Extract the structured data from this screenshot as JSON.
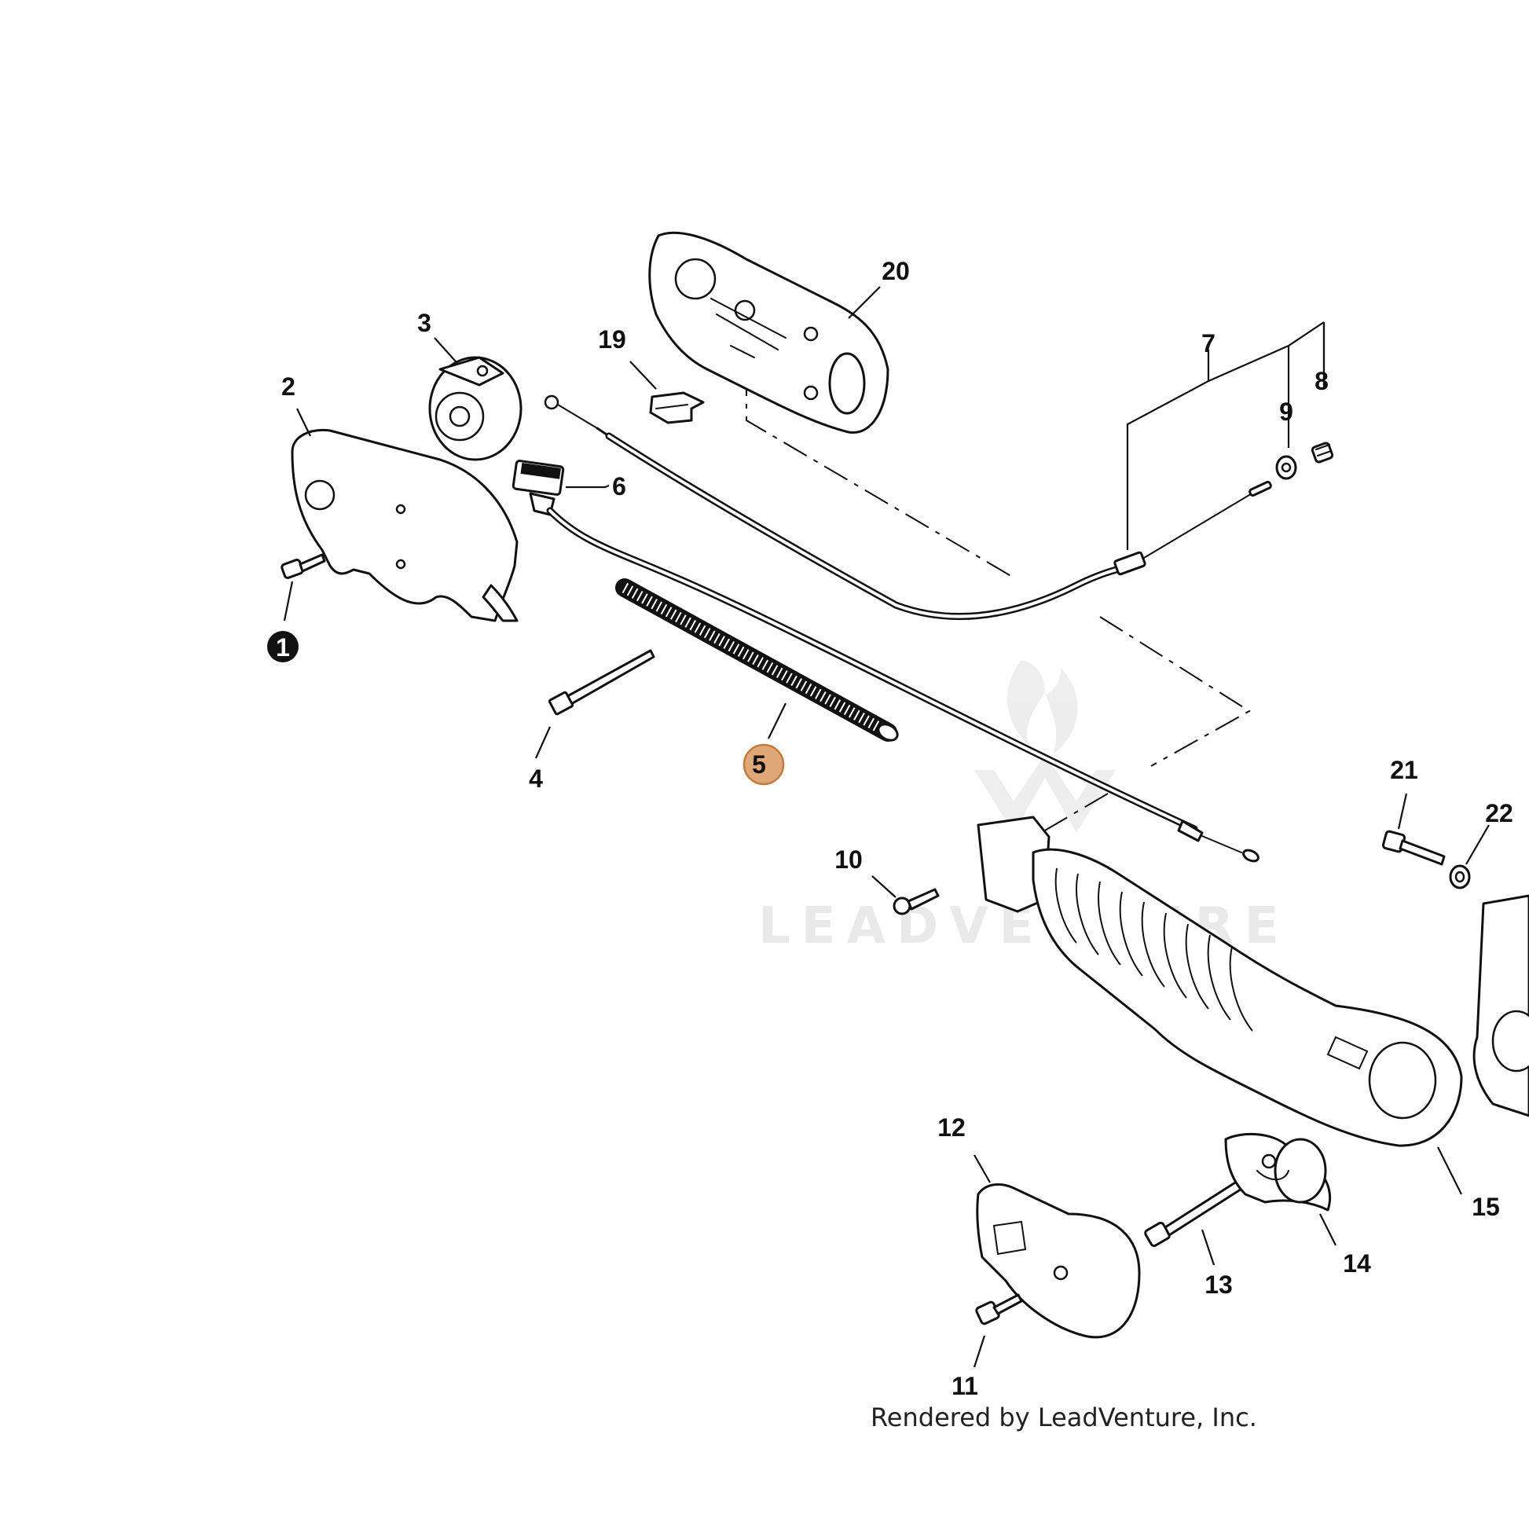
{
  "watermark": {
    "text": "LEADVENTURE"
  },
  "credit": {
    "text": "Rendered by LeadVenture, Inc."
  },
  "highlight": {
    "part_number": "5",
    "fill": "#e0a878",
    "stroke": "#c27a3e"
  },
  "callouts": [
    {
      "id": "1",
      "label": "1",
      "style": "inverted"
    },
    {
      "id": "2",
      "label": "2"
    },
    {
      "id": "3",
      "label": "3"
    },
    {
      "id": "4",
      "label": "4"
    },
    {
      "id": "5",
      "label": "5",
      "style": "highlighted"
    },
    {
      "id": "6",
      "label": "6"
    },
    {
      "id": "7",
      "label": "7"
    },
    {
      "id": "8",
      "label": "8"
    },
    {
      "id": "9",
      "label": "9"
    },
    {
      "id": "10",
      "label": "10"
    },
    {
      "id": "11",
      "label": "11"
    },
    {
      "id": "12",
      "label": "12"
    },
    {
      "id": "13",
      "label": "13"
    },
    {
      "id": "14",
      "label": "14"
    },
    {
      "id": "15",
      "label": "15"
    },
    {
      "id": "19",
      "label": "19"
    },
    {
      "id": "20",
      "label": "20"
    },
    {
      "id": "21",
      "label": "21"
    },
    {
      "id": "22",
      "label": "22"
    }
  ]
}
